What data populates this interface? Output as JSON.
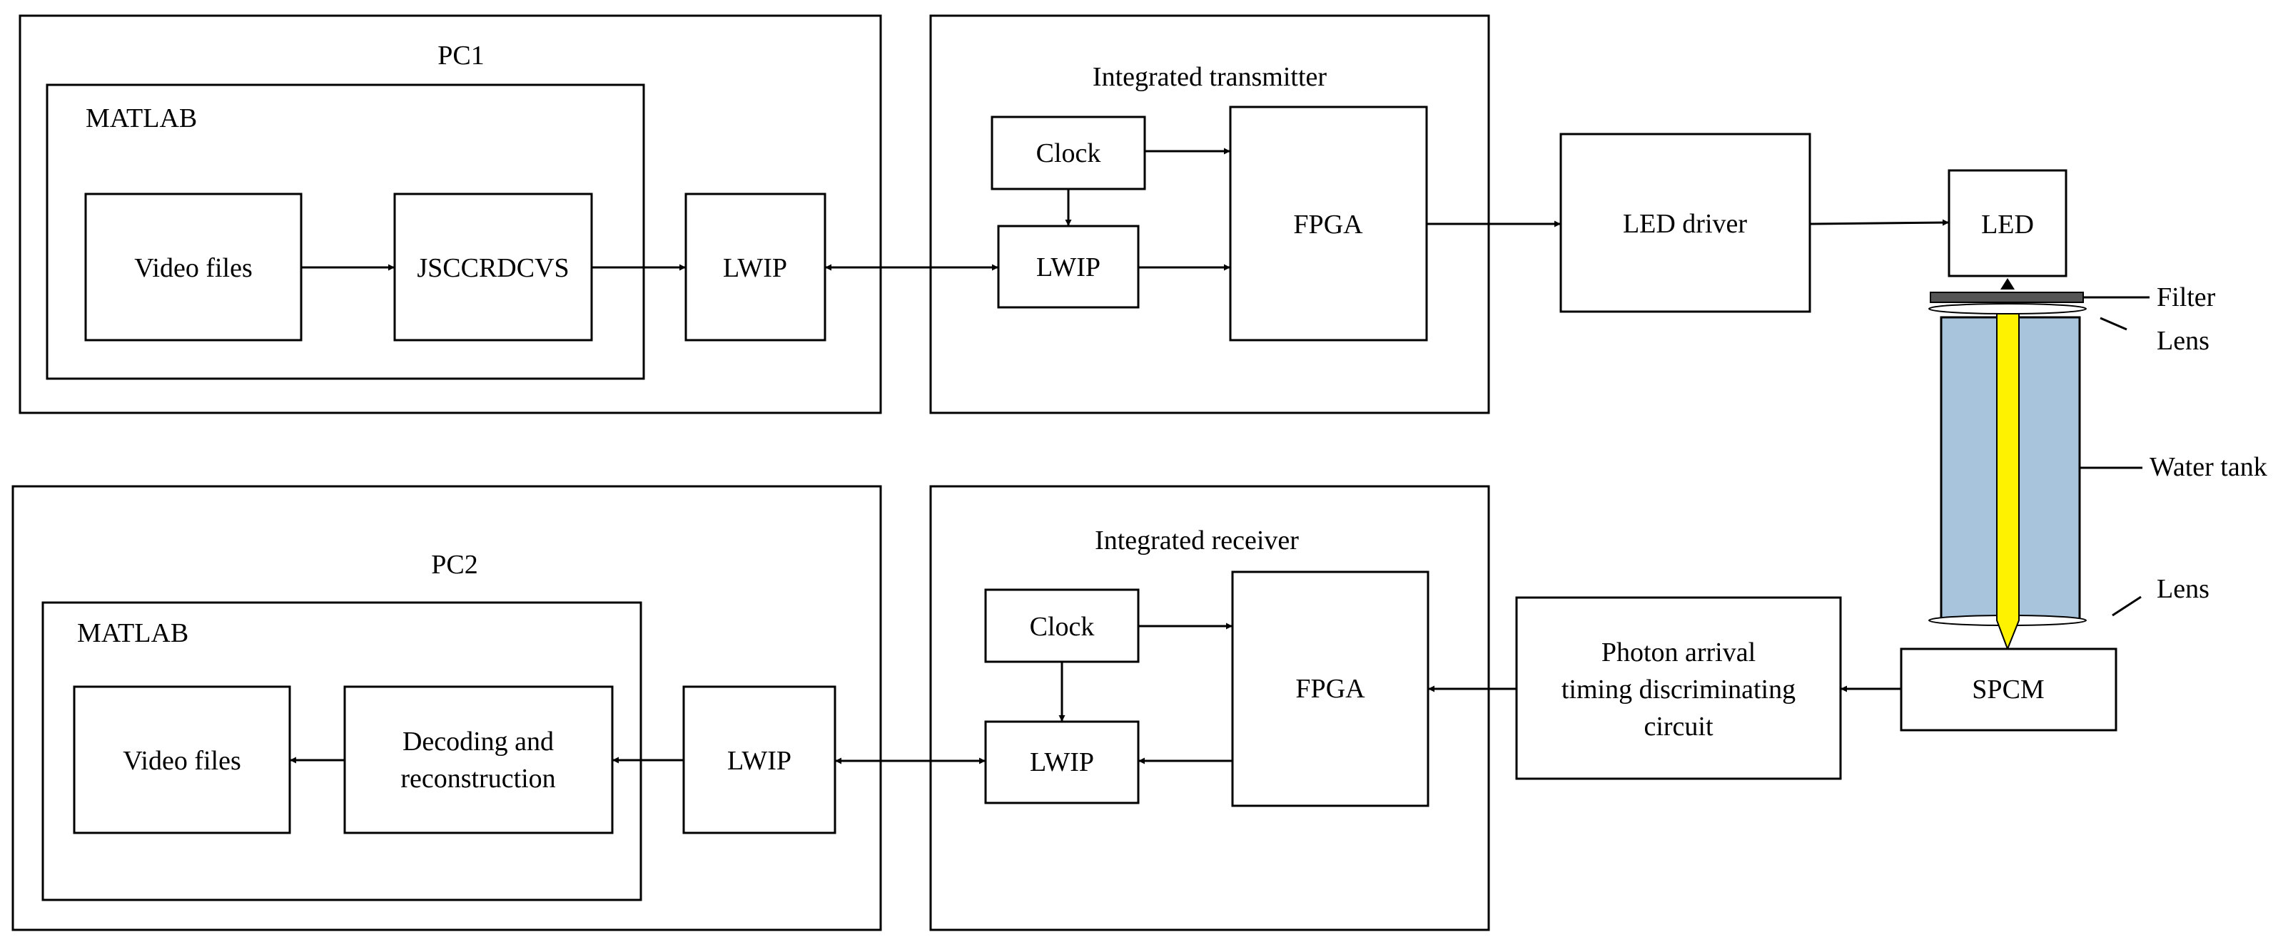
{
  "colors": {
    "line": "#000000",
    "water_tank": "#a7c4dc",
    "beam": "#fff200",
    "filter": "#555555"
  },
  "transmit": {
    "pc1": {
      "title": "PC1",
      "matlab": "MATLAB",
      "video_files": "Video files",
      "jsccrdcvs": "JSCCRDCVS",
      "lwip": "LWIP"
    },
    "transmitter": {
      "title": "Integrated transmitter",
      "clock": "Clock",
      "lwip": "LWIP",
      "fpga": "FPGA"
    },
    "led_driver": "LED driver",
    "led": "LED"
  },
  "receive": {
    "pc2": {
      "title": "PC2",
      "matlab": "MATLAB",
      "video_files": "Video files",
      "decoding_line1": "Decoding and",
      "decoding_line2": "reconstruction",
      "lwip": "LWIP"
    },
    "receiver": {
      "title": "Integrated receiver",
      "clock": "Clock",
      "lwip": "LWIP",
      "fpga": "FPGA"
    },
    "photon_line1": "Photon arrival",
    "photon_line2": "timing discriminating",
    "photon_line3": "circuit",
    "spcm": "SPCM"
  },
  "optics": {
    "filter": "Filter",
    "lens_top": "Lens",
    "water_tank": "Water tank",
    "lens_bottom": "Lens"
  }
}
